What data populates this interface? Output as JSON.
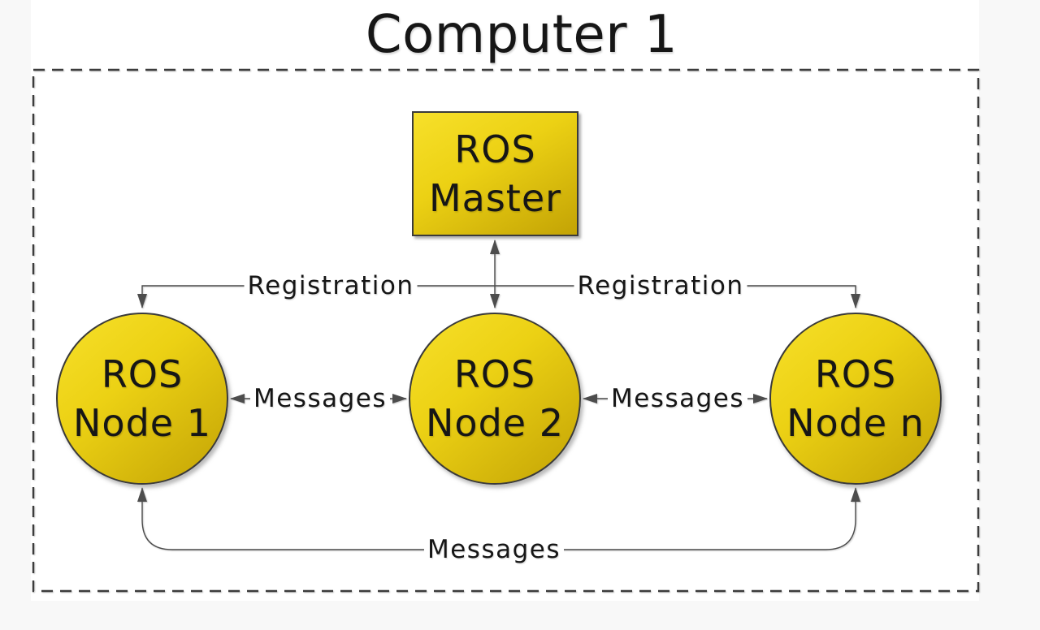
{
  "diagram": {
    "title": "Computer 1",
    "master": {
      "line1": "ROS",
      "line2": "Master"
    },
    "nodes": [
      {
        "line1": "ROS",
        "line2": "Node 1"
      },
      {
        "line1": "ROS",
        "line2": "Node 2"
      },
      {
        "line1": "ROS",
        "line2": "Node n"
      }
    ],
    "edges": {
      "registration_left": "Registration",
      "registration_right": "Registration",
      "messages_left": "Messages",
      "messages_right": "Messages",
      "messages_bottom": "Messages"
    },
    "colors": {
      "page_bg": "#f8f8f8",
      "canvas_bg": "#ffffff",
      "node_fill_light": "#f7e02a",
      "node_fill_mid": "#ecd114",
      "node_fill_dark": "#c3a305",
      "node_border": "#3a3a3a",
      "edge_line": "#4a4a4a",
      "arrow_fill": "#4d4d4d",
      "boundary_dash": "#3c3c3c",
      "text": "#161616"
    }
  }
}
